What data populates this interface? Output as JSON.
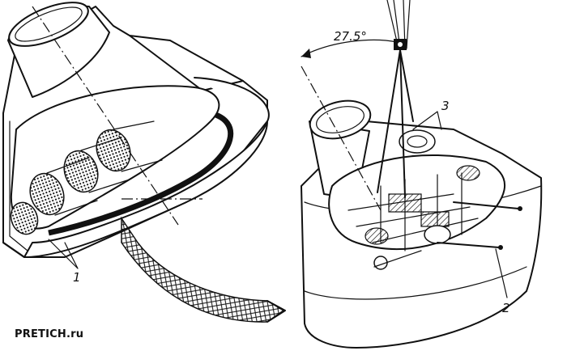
{
  "figure": {
    "callout_1": "1",
    "callout_2": "2",
    "callout_3": "3",
    "angle_label": "27.5°"
  },
  "watermark": {
    "text": "PRETICH.ru"
  }
}
